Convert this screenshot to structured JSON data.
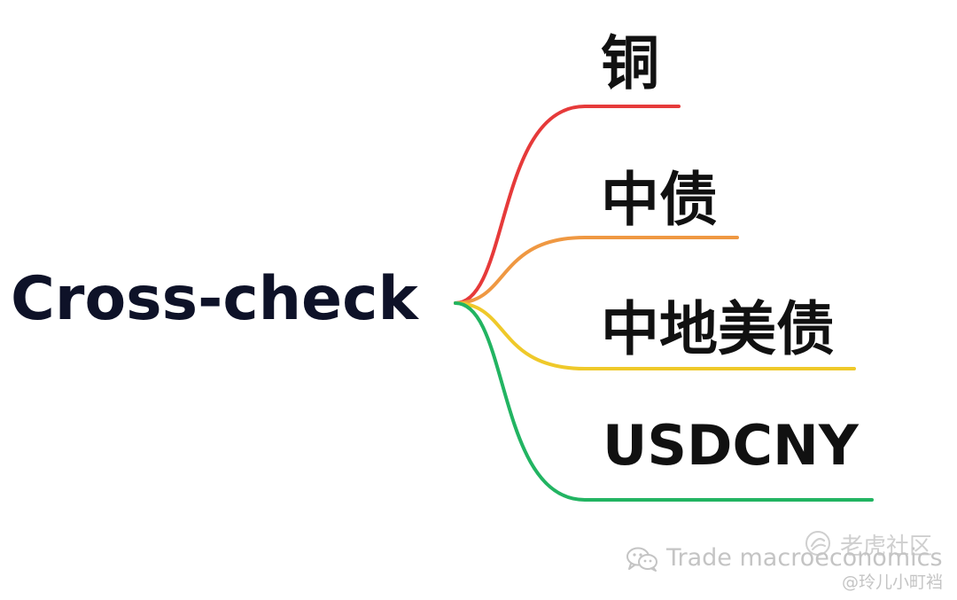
{
  "root": {
    "label": "Cross-check"
  },
  "branches": [
    {
      "label": "铜",
      "color": "#e63a3a"
    },
    {
      "label": "中债",
      "color": "#ef9842"
    },
    {
      "label": "中地美债",
      "color": "#efc92a"
    },
    {
      "label": "USDCNY",
      "color": "#22b462"
    }
  ],
  "watermark": {
    "forum": "老虎社区",
    "forum_icon": "tiger-icon",
    "channel": "Trade macroeconomics",
    "channel_icon": "wechat-icon",
    "handle": "@玲儿小町裆"
  }
}
